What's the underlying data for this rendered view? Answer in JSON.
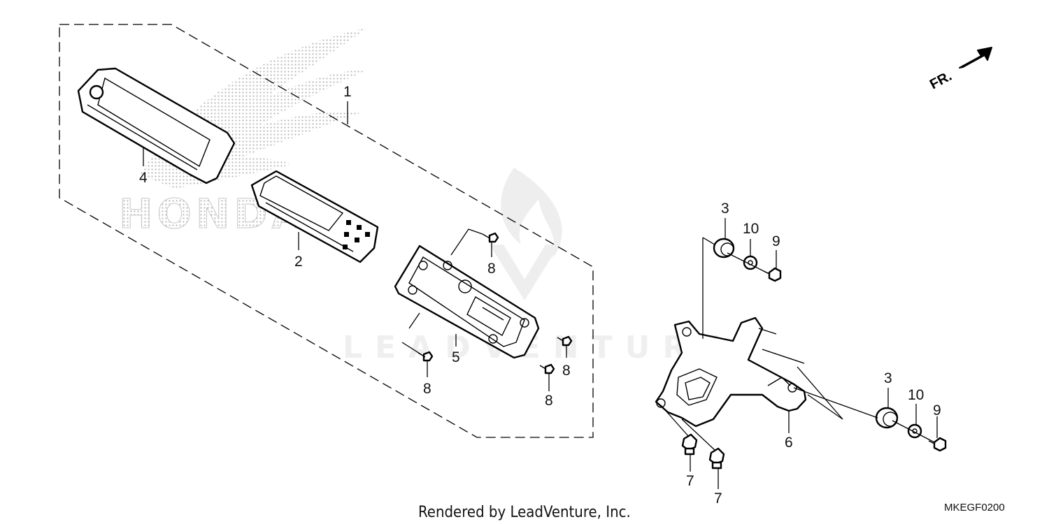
{
  "callouts": {
    "c1": "1",
    "c2": "2",
    "c3a": "3",
    "c3b": "3",
    "c4": "4",
    "c5": "5",
    "c6": "6",
    "c7a": "7",
    "c7b": "7",
    "c8a": "8",
    "c8b": "8",
    "c8c": "8",
    "c8d": "8",
    "c9a": "9",
    "c9b": "9",
    "c10a": "10",
    "c10b": "10"
  },
  "direction_label": "FR.",
  "footer": "Rendered by LeadVenture, Inc.",
  "diagram_code": "MKEGF0200",
  "watermark_text": "LEADVENTURE",
  "brand_watermark": "HONDA",
  "colors": {
    "line": "#000000",
    "watermark": "#efefef",
    "honda_dots": "#bdbdbd"
  }
}
